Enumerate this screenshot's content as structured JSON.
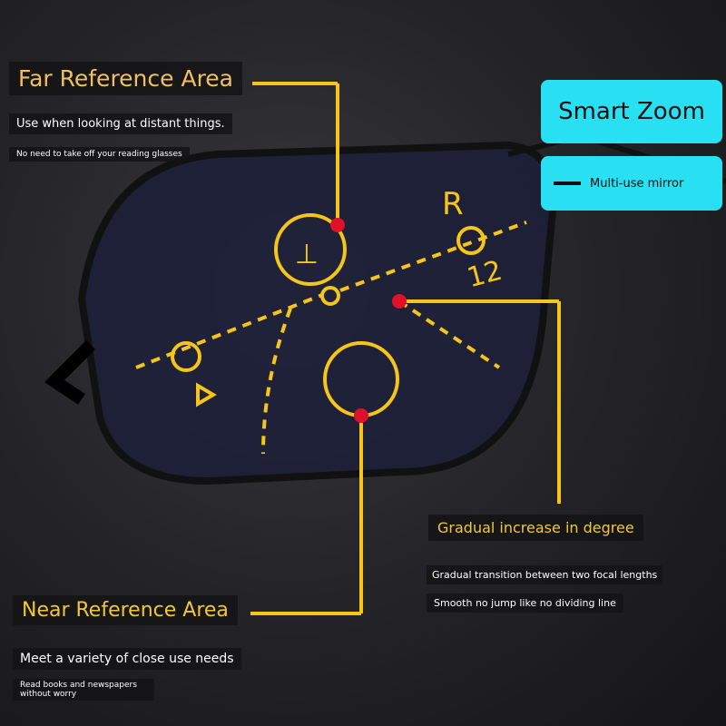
{
  "far": {
    "title": "Far Reference Area",
    "line1": "Use when looking at distant things.",
    "line2": "No need to take off your reading glasses"
  },
  "near": {
    "title": "Near Reference Area",
    "line1": "Meet a variety of close use needs",
    "line2": "Read books and newspapers without worry"
  },
  "gradual": {
    "title": "Gradual increase in degree",
    "line1": "Gradual transition between two focal lengths",
    "line2": "Smooth no jump like no dividing line"
  },
  "smart": {
    "title": "Smart Zoom",
    "subtitle": "Multi-use mirror"
  },
  "lens_marks": {
    "letter": "R",
    "number": "12"
  },
  "colors": {
    "accent": "#f5c518",
    "dot": "#e0102a",
    "cyan": "#29e0f2"
  }
}
